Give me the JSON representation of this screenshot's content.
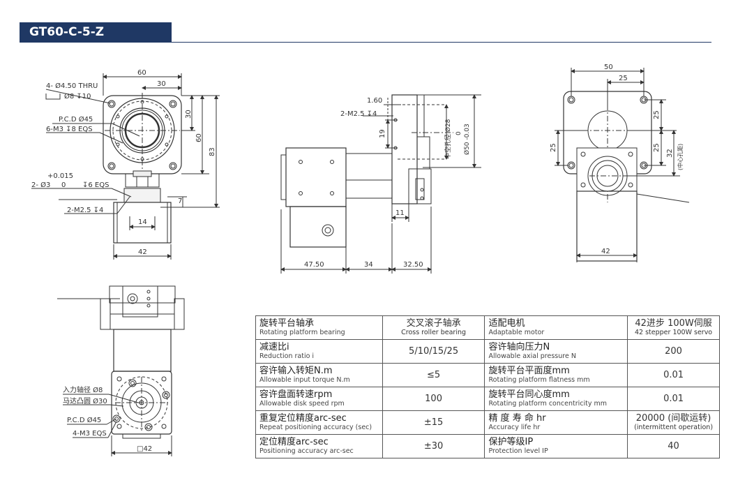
{
  "title": "GT60-C-5-Z",
  "front_view": {
    "dim_60": "60",
    "dim_30": "30",
    "hole_label_1": "4- Ø4.50 THRU",
    "hole_label_2": "Ø8 ↧10",
    "pcd_label": "P.C.D Ø45",
    "thread_label": "6-M3 ↧8 EQS",
    "dim_30_right": "30",
    "dim_60_right": "60",
    "dim_83": "83",
    "tol_upper": "+0.015",
    "tol_lower": "0",
    "pin_label": "2- Ø3",
    "pin_depth": "↧6 EQS",
    "dim_7": "7",
    "m25_label": "2-M2.5 ↧4",
    "dim_14": "14",
    "dim_42": "42"
  },
  "side_view": {
    "dim_160": "1.60",
    "m25_label": "2-M2.5 ↧4",
    "dim_19": "19",
    "hole_dia_label": "中空孔径 Ø28",
    "tol_label_a": "0",
    "tol_label_b": "Ø50 -0.03",
    "dim_11": "11",
    "dim_4750": "47.50",
    "dim_34": "34",
    "dim_3250": "32.50"
  },
  "right_view": {
    "dim_50": "50",
    "dim_25_top": "25",
    "dim_25_r1": "25",
    "dim_25_r2": "25",
    "dim_32": "32",
    "center_note": "(中心孔距)",
    "dim_25_left": "25",
    "dim_42": "42"
  },
  "bottom_view": {
    "input_bore": "入力轴径 Ø8",
    "motor_boss": "马达凸圆 Ø30",
    "pcd_label": "P.C.D Ø45",
    "thread_label": "4-M3 EQS",
    "square_42": "□42"
  },
  "spec_table": [
    {
      "l_zh": "旋转平台轴承",
      "l_en": "Rotating platform bearing",
      "v_zh": "交叉滚子轴承",
      "v_en": "Cross roller bearing",
      "r_zh": "适配电机",
      "r_en": "Adaptable motor",
      "rv_zh": "42进步 100W伺服",
      "rv_en": "42 stepper 100W servo"
    },
    {
      "l_zh": "减速比i",
      "l_en": "Reduction ratio i",
      "v_zh": "5/10/15/25",
      "v_en": "",
      "r_zh": "容许轴向压力N",
      "r_en": "Allowable axial pressure N",
      "rv_zh": "200",
      "rv_en": ""
    },
    {
      "l_zh": "容许输入转矩N.m",
      "l_en": "Allowable input torque N.m",
      "v_zh": "≤5",
      "v_en": "",
      "r_zh": "旋转平台平面度mm",
      "r_en": "Rotating platform flatness mm",
      "rv_zh": "0.01",
      "rv_en": ""
    },
    {
      "l_zh": "容许盘面转速rpm",
      "l_en": "Allowable disk speed rpm",
      "v_zh": "100",
      "v_en": "",
      "r_zh": "旋转平台同心度mm",
      "r_en": "Rotating platform concentricity mm",
      "rv_zh": "0.01",
      "rv_en": ""
    },
    {
      "l_zh": "重复定位精度arc-sec",
      "l_en": "Repeat positioning accuracy (sec)",
      "v_zh": "±15",
      "v_en": "",
      "r_zh": "精 度 寿 命 hr",
      "r_en": "Accuracy life hr",
      "rv_zh": "20000 (间歇运转)",
      "rv_en": "(intermittent operation)"
    },
    {
      "l_zh": "定位精度arc-sec",
      "l_en": "Positioning accuracy arc-sec",
      "v_zh": "±30",
      "v_en": "",
      "r_zh": "保护等级IP",
      "r_en": "Protection level IP",
      "rv_zh": "40",
      "rv_en": ""
    }
  ]
}
